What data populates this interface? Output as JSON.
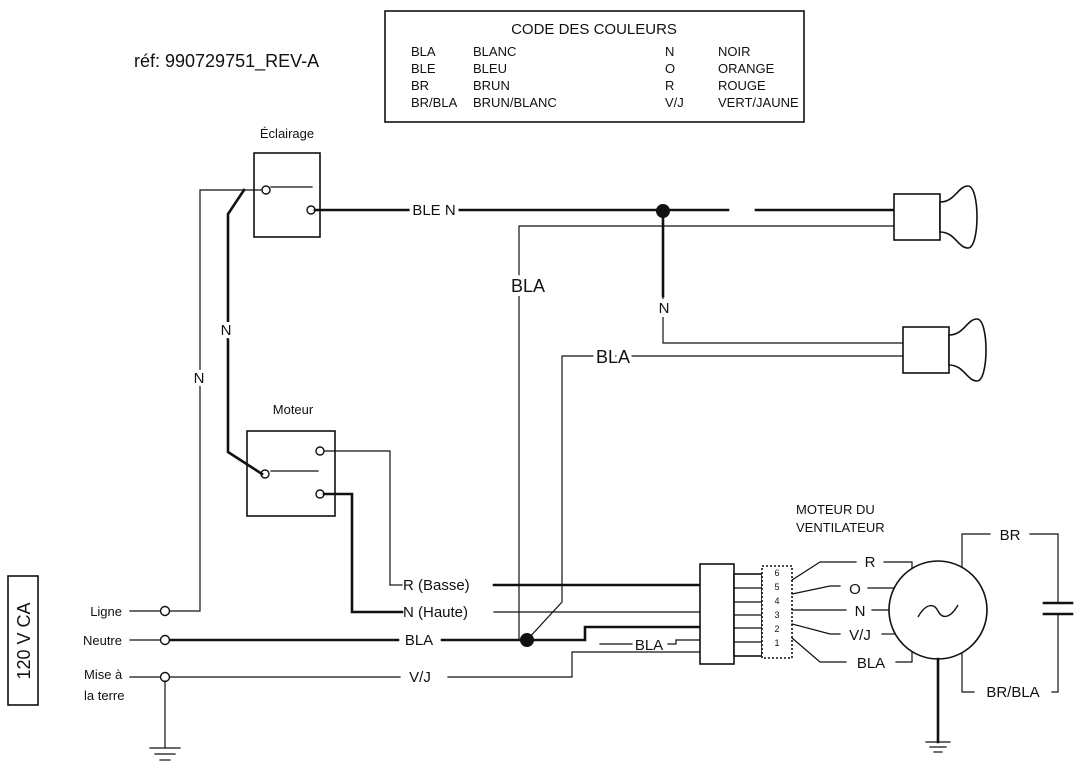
{
  "reference": "réf: 990729751_REV-A",
  "color_code": {
    "title": "CODE DES COULEURS",
    "entries": [
      {
        "code": "BLA",
        "name": "BLANC"
      },
      {
        "code": "BLE",
        "name": "BLEU"
      },
      {
        "code": "BR",
        "name": "BRUN"
      },
      {
        "code": "BR/BLA",
        "name": "BRUN/BLANC"
      },
      {
        "code": "N",
        "name": "NOIR"
      },
      {
        "code": "O",
        "name": "ORANGE"
      },
      {
        "code": "R",
        "name": "ROUGE"
      },
      {
        "code": "V/J",
        "name": "VERT/JAUNE"
      }
    ]
  },
  "components": {
    "light_switch": "Éclairage",
    "motor_switch": "Moteur",
    "fan_motor_line1": "MOTEUR DU",
    "fan_motor_line2": "VENTILATEUR"
  },
  "supply": {
    "voltage": "120 V CA",
    "line": "Ligne",
    "neutral": "Neutre",
    "ground_line1": "Mise à",
    "ground_line2": "la terre"
  },
  "wires": {
    "ble_n": "BLE N",
    "bla_vertical": "BLA",
    "n_lamp_branch": "N",
    "bla_lamp2": "BLA",
    "n_switch_link": "N",
    "n_line": "N",
    "r_low": "R (Basse)",
    "n_high": "N (Haute)",
    "bla_neutral": "BLA",
    "vj_ground": "V/J",
    "bla_connector": "BLA",
    "motor_r": "R",
    "motor_o": "O",
    "motor_n": "N",
    "motor_vj": "V/J",
    "motor_bla": "BLA",
    "motor_br": "BR",
    "motor_brbla": "BR/BLA"
  },
  "connector_pins": [
    "6",
    "5",
    "4",
    "3",
    "2",
    "1"
  ]
}
